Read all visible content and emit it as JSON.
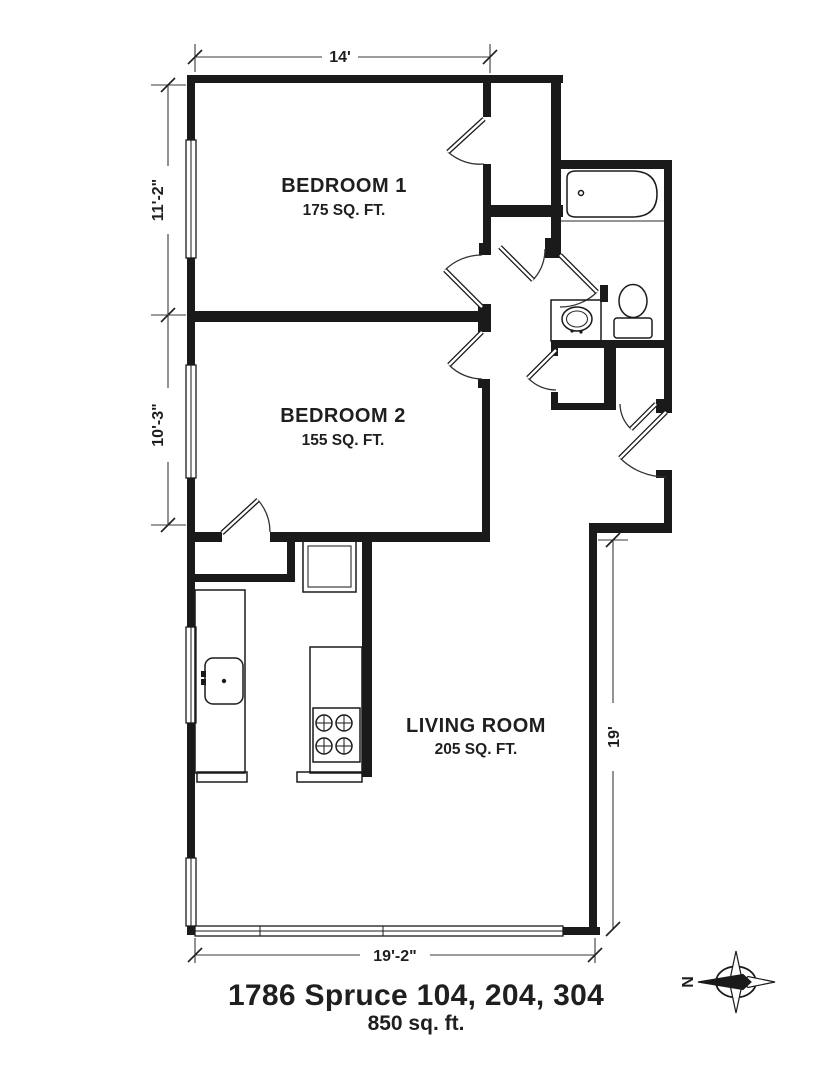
{
  "floor_plan": {
    "title": "1786 Spruce 104, 204, 304",
    "subtitle": "850 sq. ft.",
    "compass_label": "N",
    "rooms": [
      {
        "name": "BEDROOM 1",
        "area": "175 SQ. FT."
      },
      {
        "name": "BEDROOM 2",
        "area": "155 SQ. FT."
      },
      {
        "name": "LIVING ROOM",
        "area": "205 SQ. FT."
      }
    ],
    "dimensions": {
      "top_width": "14'",
      "left_upper": "11'-2\"",
      "left_lower": "10'-3\"",
      "right_height": "19'",
      "bottom_width": "19'-2\""
    },
    "fixtures": [
      "bathtub",
      "toilet",
      "bathroom-sink",
      "kitchen-sink",
      "stove",
      "refrigerator",
      "pantry-closet",
      "compass-rose"
    ],
    "colors": {
      "wall": "#1a1a1a",
      "text": "#1f1f1f",
      "background": "#ffffff"
    }
  }
}
